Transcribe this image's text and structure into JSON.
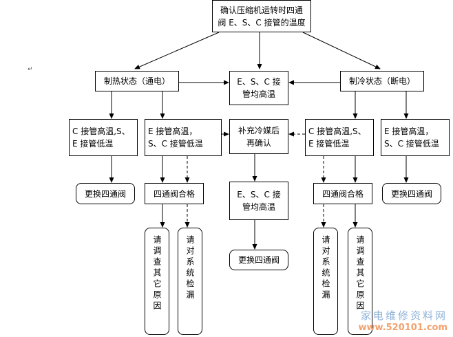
{
  "nodes": {
    "top": "确认压缩机运转时四通\n阀 E、S、C 接管的温度",
    "heating": "制热状态（通电）",
    "middle_equal": "E、S、C 接\n管均高温",
    "cooling": "制冷状态（断电）",
    "h_c_high": "C 接管高温,S、\nE 接管低温",
    "h_e_high": "E 接管高温，\nS、C 接管低温",
    "recharge": "补充冷媒后\n再确认",
    "c_c_high": "C 接管高温,S、\nE 接管低温",
    "c_e_high": "E 接管高温，\nS、C 接管低温",
    "h_replace": "更换四通阀",
    "h_ok": "四通阀合格",
    "mid_all_high": "E、S、C 接\n管均高温",
    "c_ok": "四通阀合格",
    "c_replace": "更换四通阀",
    "mid_replace": "更换四通阀",
    "h_other": "请调查其它原因",
    "h_leak": "请对系统检漏",
    "c_leak": "请对系统检漏",
    "c_other": "请调查其它原因"
  },
  "watermark": {
    "line1": "家电维修资料网",
    "line2": "www.520101.com"
  }
}
